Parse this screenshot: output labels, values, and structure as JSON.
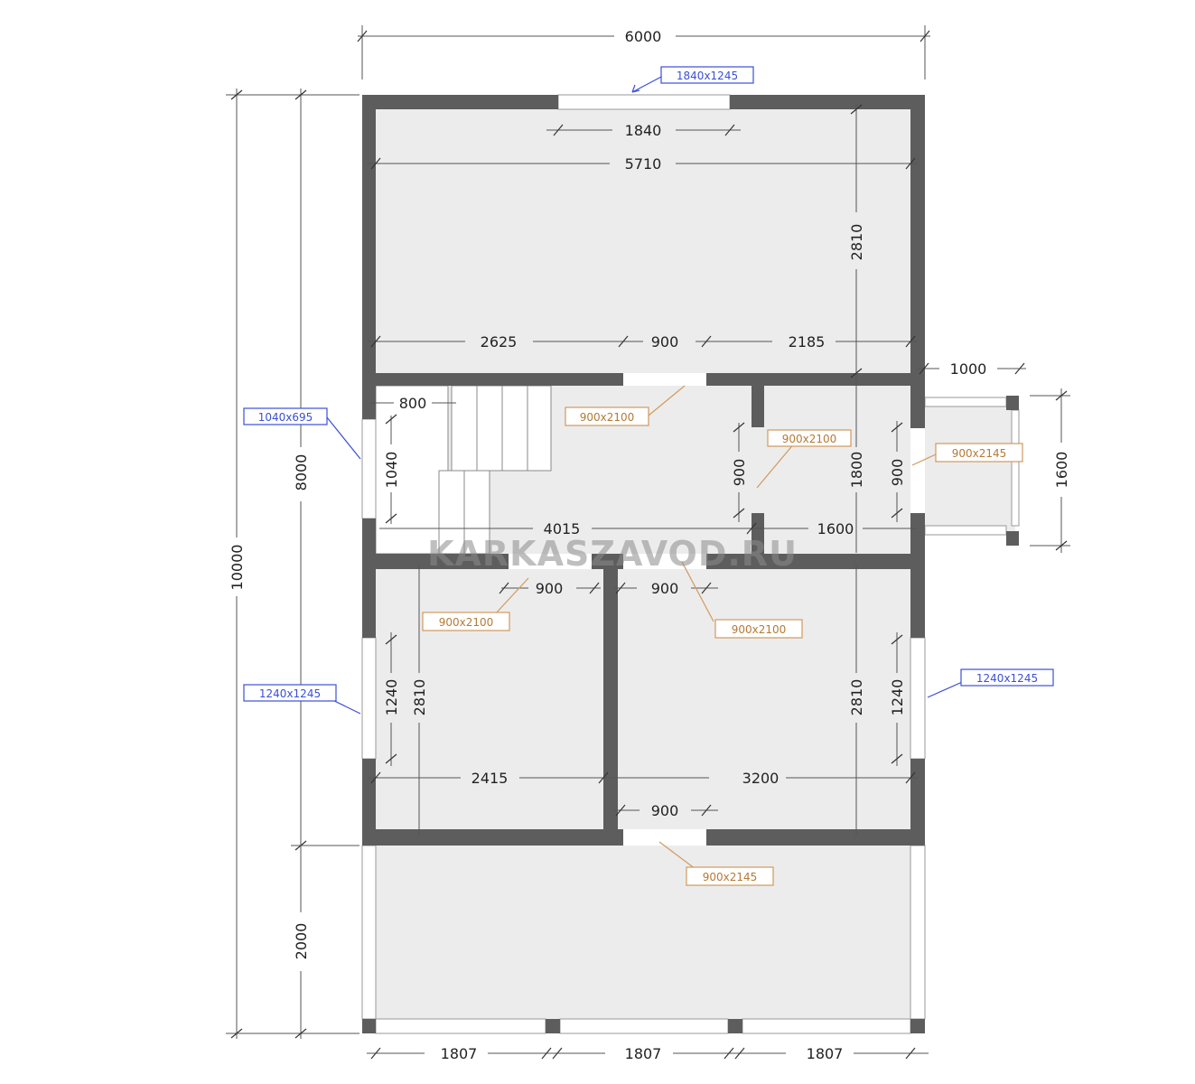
{
  "watermark": "KARKASZAVOD.RU",
  "dimensions": {
    "overall_width": "6000",
    "overall_depth": "10000",
    "house_depth": "8000",
    "terrace_depth": "2000",
    "terrace_bay": "1807",
    "window_top_width": "1840",
    "inner_width": "5710",
    "hall_left": "2625",
    "hall_door": "900",
    "hall_right": "2185",
    "living_depth": "2810",
    "porch_width": "1000",
    "porch_depth": "1600",
    "stair_width": "800",
    "stair_window": "1040",
    "corridor_width": "4015",
    "vestibule_width": "1600",
    "vestibule_depth": "1800",
    "door_900": "900",
    "room_left_width": "2415",
    "room_right_width": "3200",
    "room_depth": "2810",
    "window_1240": "1240"
  },
  "tags": {
    "window_top": "1840x1245",
    "window_stair": "1040x695",
    "window_left": "1240x1245",
    "window_right": "1240x1245",
    "door_hall": "900x2100",
    "door_vestibule": "900x2100",
    "door_entry": "900x2145",
    "door_left_room": "900x2100",
    "door_right_room": "900x2100",
    "door_terrace": "900x2145"
  }
}
